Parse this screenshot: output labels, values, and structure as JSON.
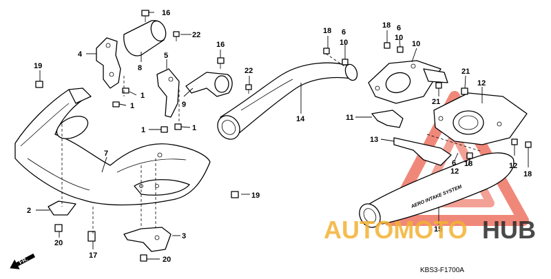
{
  "diagram": {
    "drawing_code": "KBS3-F1700A",
    "watermark": {
      "brand_part1": "AUTOMOTO",
      "brand_part2": "HUB",
      "color_primary": "#e8452f",
      "color_secondary": "#f3b233",
      "color_dark": "#2a2a2a"
    },
    "direction_marker": "FR.",
    "muffler_label": "AERO INTAKE SYSTEM",
    "callouts": {
      "c1a": "1",
      "c1b": "1",
      "c1c": "1",
      "c1d": "1",
      "c2": "2",
      "c3": "3",
      "c4": "4",
      "c5": "5",
      "c6a": "6",
      "c6b": "6",
      "c6c": "6",
      "c7": "7",
      "c8": "8",
      "c9": "9",
      "c10a": "10",
      "c10b": "10",
      "c10c": "10",
      "c11": "11",
      "c12a": "12",
      "c12b": "12",
      "c12c": "12",
      "c13": "13",
      "c14": "14",
      "c15": "15",
      "c16a": "16",
      "c16b": "16",
      "c17": "17",
      "c18a": "18",
      "c18b": "18",
      "c18c": "18",
      "c18d": "18",
      "c19a": "19",
      "c19b": "19",
      "c20a": "20",
      "c20b": "20",
      "c21a": "21",
      "c21b": "21",
      "c22a": "22",
      "c22b": "22"
    }
  }
}
